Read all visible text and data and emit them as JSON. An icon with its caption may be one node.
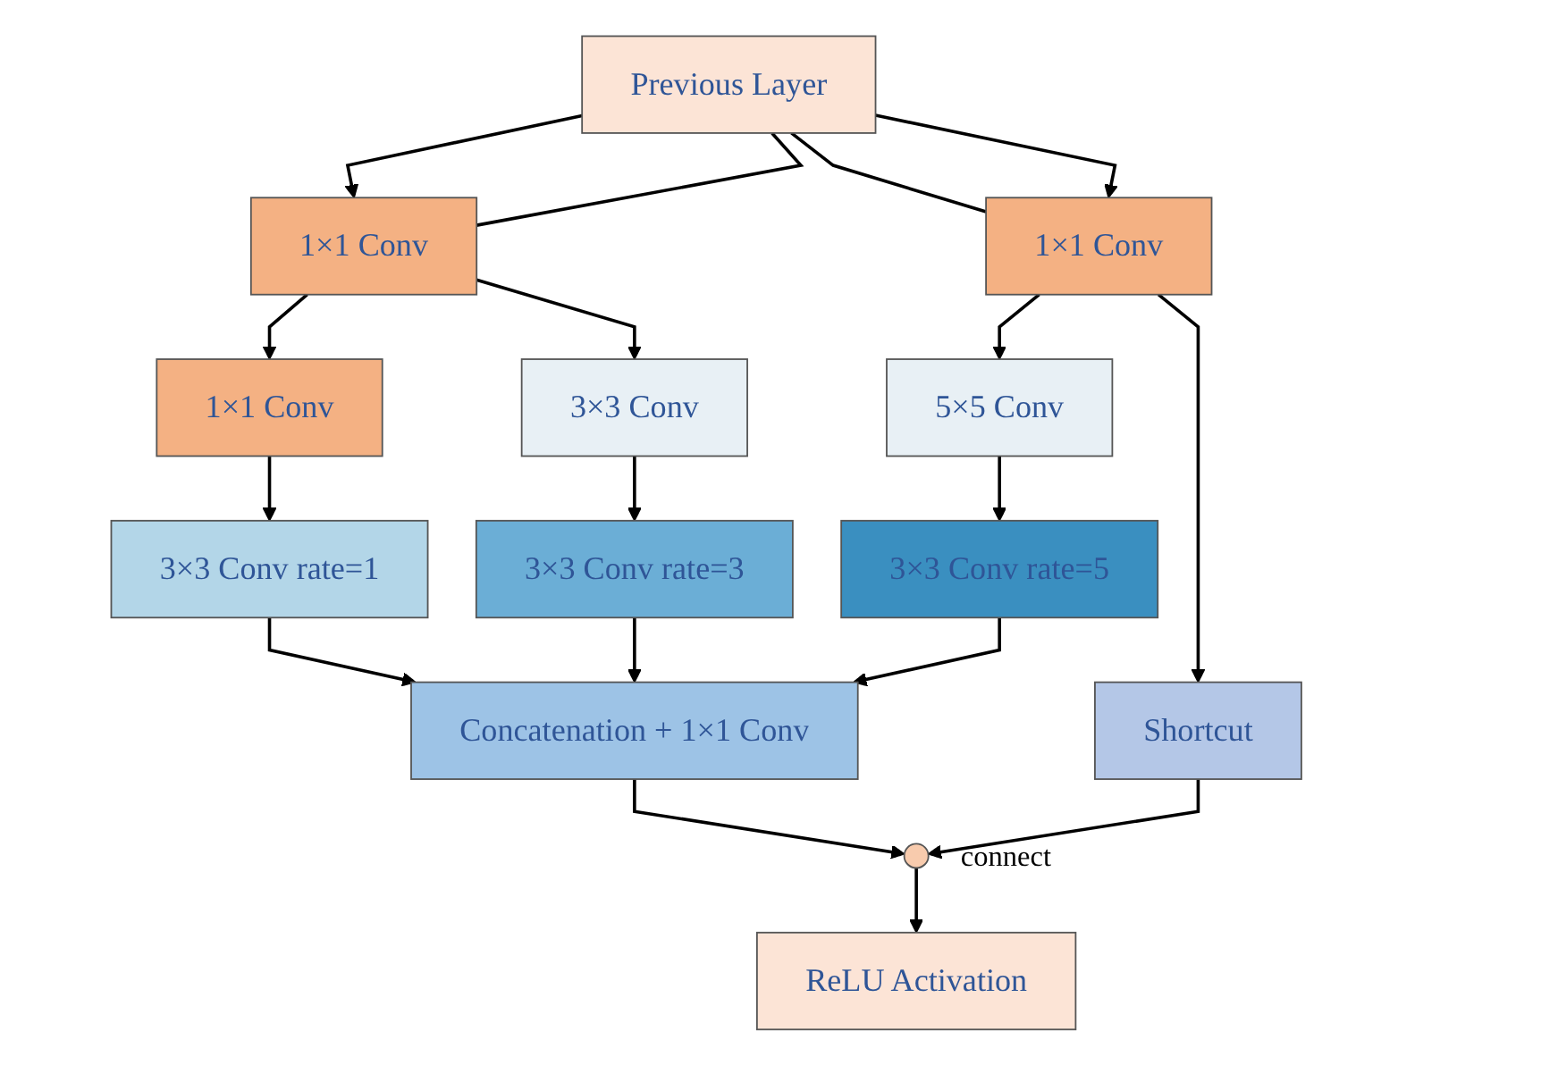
{
  "diagram": {
    "nodes": [
      {
        "text": [
          "Previous Layer"
        ]
      },
      {
        "text": [
          "1×1 Conv"
        ]
      },
      {
        "text": [
          "1×1 Conv"
        ]
      },
      {
        "text": [
          "1×1 Conv"
        ]
      },
      {
        "text": [
          "3×3 Conv"
        ]
      },
      {
        "text": [
          "5×5 Conv"
        ]
      },
      {
        "text": [
          "Shortcut"
        ]
      },
      {
        "text": [
          "3×3 Conv rate=1"
        ]
      },
      {
        "text": [
          "3×3 Conv rate=3"
        ]
      },
      {
        "text": [
          "3×3 Conv rate=5"
        ]
      },
      {
        "text": [
          "Concatenation + 1×1 Conv"
        ]
      },
      {
        "text": [],
        "shape": "circle",
        "beside": [
          "connect"
        ]
      },
      {
        "text": [
          "ReLU Activation"
        ]
      }
    ],
    "edges": [
      {
        "from": 0,
        "to": 1,
        "arrow": "to"
      },
      {
        "from": 0,
        "to": 1,
        "arrow": "none"
      },
      {
        "from": 0,
        "to": 2,
        "arrow": "none"
      },
      {
        "from": 0,
        "to": 2,
        "arrow": "to"
      },
      {
        "from": 1,
        "to": 3,
        "arrow": "to"
      },
      {
        "from": 1,
        "to": 4,
        "arrow": "to"
      },
      {
        "from": 2,
        "to": 5,
        "arrow": "to"
      },
      {
        "from": 2,
        "to": 6,
        "arrow": "to"
      },
      {
        "from": 3,
        "to": 7,
        "arrow": "to"
      },
      {
        "from": 4,
        "to": 8,
        "arrow": "to"
      },
      {
        "from": 5,
        "to": 9,
        "arrow": "to"
      },
      {
        "from": 7,
        "to": 10,
        "arrow": "to"
      },
      {
        "from": 8,
        "to": 10,
        "arrow": "to"
      },
      {
        "from": 9,
        "to": 10,
        "arrow": "to"
      },
      {
        "from": 10,
        "to": 11,
        "arrow": "to"
      },
      {
        "from": 6,
        "to": 11,
        "arrow": "to"
      },
      {
        "from": 11,
        "to": 12,
        "arrow": "to"
      }
    ]
  }
}
